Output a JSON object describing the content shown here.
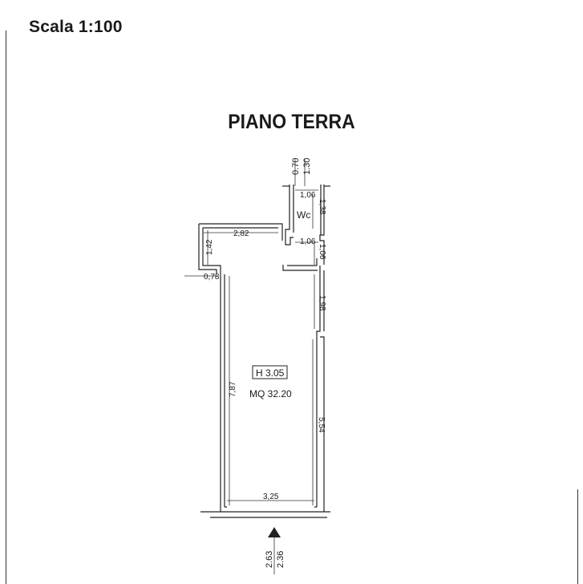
{
  "scale": "Scala 1:100",
  "floor_title": "PIANO TERRA",
  "room": {
    "height": "H 3.05",
    "area": "MQ 32.20"
  },
  "wc_label": "Wc",
  "dimensions": {
    "top_a": "0.70",
    "top_b": "1.30",
    "wc_top_width": "1,06",
    "wc_height": "1,38",
    "wc_door_width": "1,06",
    "wc_lower_height": "1,06",
    "alcove_width": "2,82",
    "alcove_height": "1,42",
    "left_offset": "0,78",
    "right_upper": "1,98",
    "left_length": "7,87",
    "right_lower": "5,54",
    "bottom_width": "3,25",
    "entry_a": "2.63",
    "entry_b": "2.36"
  }
}
